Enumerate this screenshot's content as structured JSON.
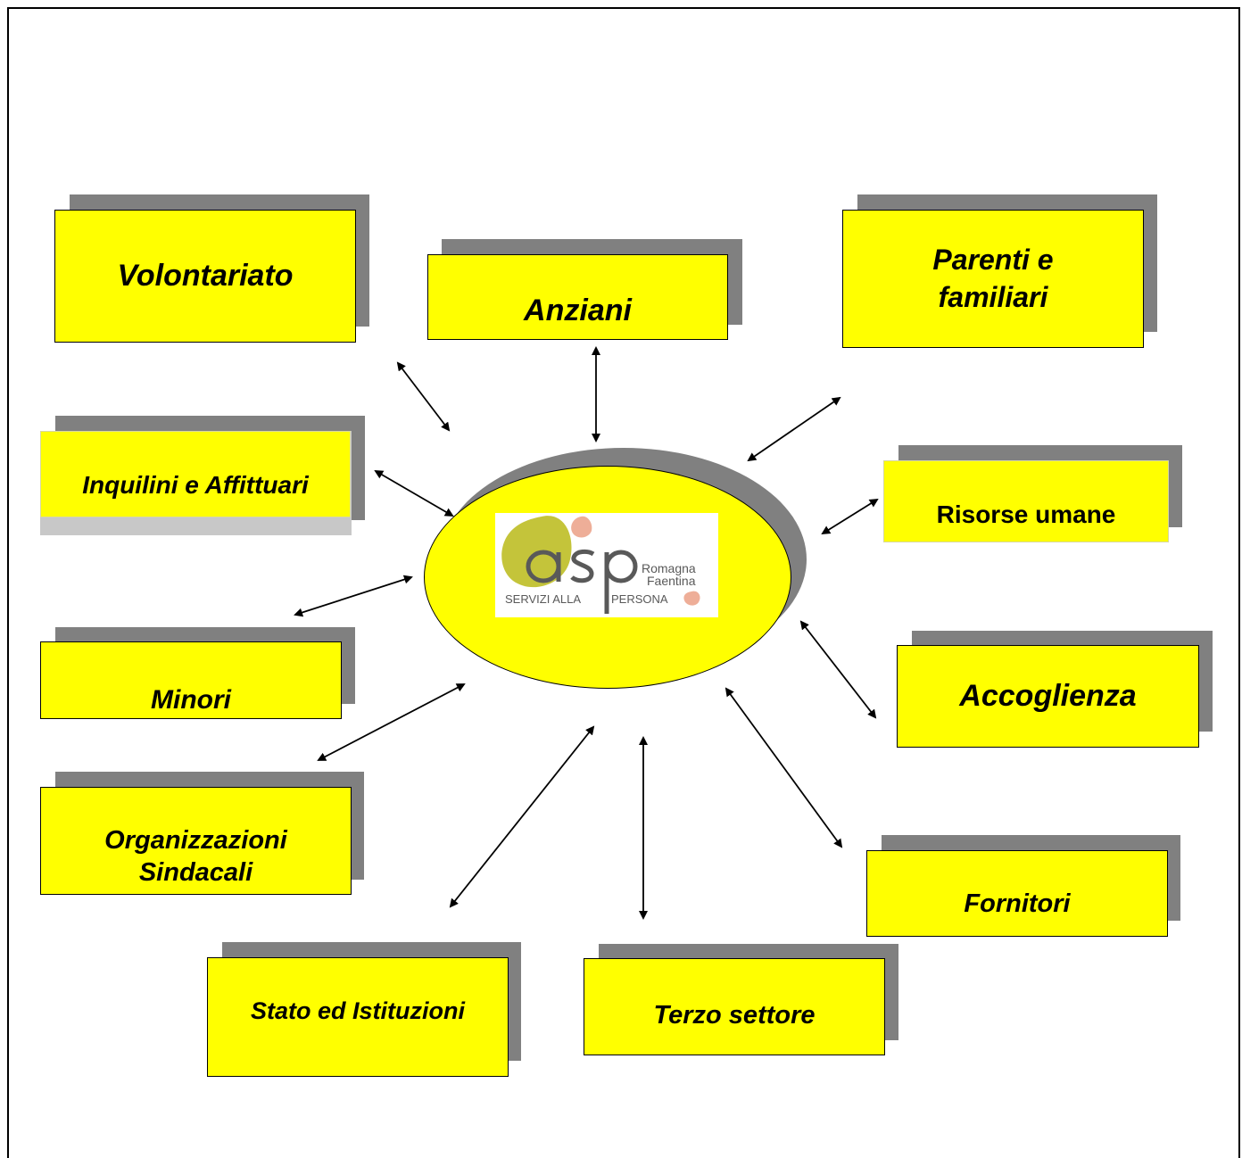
{
  "diagram": {
    "center_logo": {
      "name": "asp",
      "line1": "Romagna",
      "line2": "Faentina",
      "tagline_left": "SERVIZI ALLA",
      "tagline_right": "PERSONA"
    },
    "stakeholders": [
      {
        "id": "volontariato",
        "label": "Volontariato"
      },
      {
        "id": "anziani",
        "label": "Anziani"
      },
      {
        "id": "parenti",
        "label": "Parenti e familiari"
      },
      {
        "id": "inquilini",
        "label": "Inquilini e Affittuari"
      },
      {
        "id": "risorse",
        "label": "Risorse umane"
      },
      {
        "id": "minori",
        "label": "Minori"
      },
      {
        "id": "accoglienza",
        "label": "Accoglienza"
      },
      {
        "id": "organizzazioni",
        "label": "Organizzazioni Sindacali"
      },
      {
        "id": "fornitori",
        "label": "Fornitori"
      },
      {
        "id": "stato",
        "label": "Stato ed Istituzioni"
      },
      {
        "id": "terzo",
        "label": "Terzo settore"
      }
    ],
    "colors": {
      "box_fill": "#ffff00",
      "shadow": "#808080",
      "logo_green": "#c4c43a",
      "logo_salmon": "#eeae98",
      "logo_text": "#595959"
    }
  }
}
